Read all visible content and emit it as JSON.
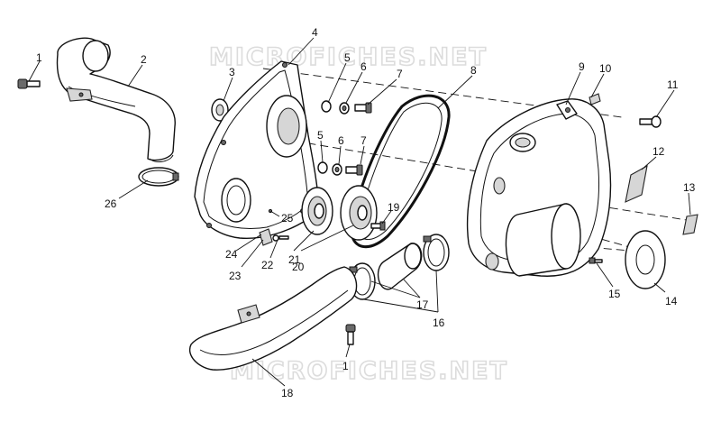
{
  "watermark": "MICROFICHES.NET",
  "callouts": [
    {
      "id": "c1a",
      "label": "1"
    },
    {
      "id": "c2",
      "label": "2"
    },
    {
      "id": "c3",
      "label": "3"
    },
    {
      "id": "c4",
      "label": "4"
    },
    {
      "id": "c5a",
      "label": "5"
    },
    {
      "id": "c6a",
      "label": "6"
    },
    {
      "id": "c7a",
      "label": "7"
    },
    {
      "id": "c8",
      "label": "8"
    },
    {
      "id": "c5b",
      "label": "5"
    },
    {
      "id": "c6b",
      "label": "6"
    },
    {
      "id": "c7b",
      "label": "7"
    },
    {
      "id": "c9",
      "label": "9"
    },
    {
      "id": "c10",
      "label": "10"
    },
    {
      "id": "c11",
      "label": "11"
    },
    {
      "id": "c12",
      "label": "12"
    },
    {
      "id": "c13",
      "label": "13"
    },
    {
      "id": "c14",
      "label": "14"
    },
    {
      "id": "c15",
      "label": "15"
    },
    {
      "id": "c16",
      "label": "16"
    },
    {
      "id": "c17",
      "label": "17"
    },
    {
      "id": "c18",
      "label": "18"
    },
    {
      "id": "c1b",
      "label": "1"
    },
    {
      "id": "c19",
      "label": "19"
    },
    {
      "id": "c20",
      "label": "20"
    },
    {
      "id": "c21",
      "label": "21"
    },
    {
      "id": "c22",
      "label": "22"
    },
    {
      "id": "c23",
      "label": "23"
    },
    {
      "id": "c24",
      "label": "24"
    },
    {
      "id": "c25",
      "label": "25"
    },
    {
      "id": "c26",
      "label": "26"
    }
  ]
}
